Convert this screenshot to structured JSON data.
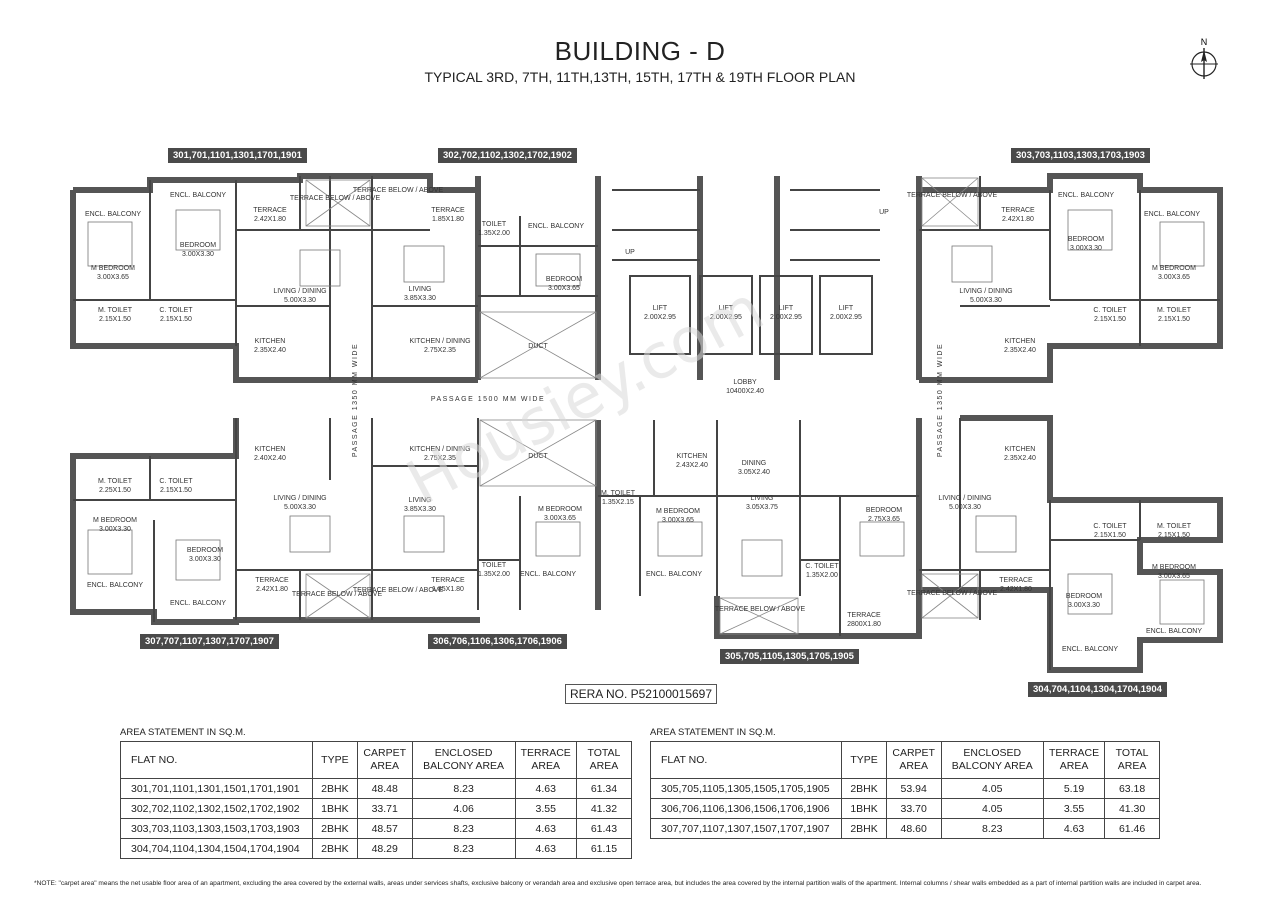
{
  "header": {
    "title": "BUILDING - D",
    "subtitle": "TYPICAL 3RD, 7TH, 11TH,13TH, 15TH, 17TH & 19TH FLOOR PLAN",
    "north": "N"
  },
  "flat_tags": {
    "a": "301,701,1101,1301,1701,1901",
    "b": "302,702,1102,1302,1702,1902",
    "c": "303,703,1103,1303,1703,1903",
    "d": "307,707,1107,1307,1707,1907",
    "e": "306,706,1106,1306,1706,1906",
    "f": "305,705,1105,1305,1705,1905",
    "g": "304,704,1104,1304,1704,1904"
  },
  "rooms": {
    "encl_balcony": "ENCL. BALCONY",
    "terrace_below_above": "TERRACE BELOW / ABOVE",
    "terrace": "TERRACE",
    "bedroom": "BEDROOM",
    "m_bedroom": "M BEDROOM",
    "m_toilet": "M. TOILET",
    "c_toilet": "C. TOILET",
    "toilet": "TOILET",
    "living_dining": "LIVING / DINING",
    "living": "LIVING",
    "dining": "DINING",
    "kitchen": "KITCHEN",
    "kitchen_dining": "KITCHEN / DINING",
    "lift": "LIFT",
    "lobby": "LOBBY",
    "duct": "DUCT",
    "up": "UP",
    "passage_main": "PASSAGE 1500 MM WIDE",
    "passage_side": "PASSAGE 1350 MM WIDE"
  },
  "dims": {
    "terrace_a": "2.42X1.80",
    "terrace_b": "1.85X1.80",
    "bedroom_a": "3.00X3.30",
    "m_bedroom_a": "3.00X3.65",
    "m_toilet_a": "2.15X1.50",
    "c_toilet_a": "2.15X1.50",
    "c_toilet_d": "2.15X1.50",
    "m_toilet_d": "2.25X1.50",
    "living_a": "5.00X3.30",
    "living_b": "3.85X3.30",
    "kitchen_a": "2.35X2.40",
    "kitchen_d": "2.40X2.40",
    "kitchen_dining_b": "2.75X2.35",
    "toilet_b": "1.35X2.00",
    "bedroom_b": "3.00X3.65",
    "lift": "2.00X2.95",
    "lobby": "10400X2.40",
    "kitchen_f": "2.43X2.40",
    "dining_f": "3.05X2.40",
    "living_f": "3.05X3.75",
    "m_toilet_f": "1.35X2.15",
    "m_bedroom_f": "3.00X3.65",
    "bedroom_f": "2.75X3.65",
    "c_toilet_f": "1.35X2.00",
    "terrace_f": "2800X1.80"
  },
  "rera": "RERA NO. P52100015697",
  "watermark": "Housiey.com",
  "area_left": {
    "title": "AREA STATEMENT IN SQ.M.",
    "headers": [
      "FLAT NO.",
      "TYPE",
      "CARPET AREA",
      "ENCLOSED BALCONY AREA",
      "TERRACE AREA",
      "TOTAL AREA"
    ],
    "rows": [
      [
        "301,701,1101,1301,1501,1701,1901",
        "2BHK",
        "48.48",
        "8.23",
        "4.63",
        "61.34"
      ],
      [
        "302,702,1102,1302,1502,1702,1902",
        "1BHK",
        "33.71",
        "4.06",
        "3.55",
        "41.32"
      ],
      [
        "303,703,1103,1303,1503,1703,1903",
        "2BHK",
        "48.57",
        "8.23",
        "4.63",
        "61.43"
      ],
      [
        "304,704,1104,1304,1504,1704,1904",
        "2BHK",
        "48.29",
        "8.23",
        "4.63",
        "61.15"
      ]
    ]
  },
  "area_right": {
    "title": "AREA STATEMENT IN SQ.M.",
    "headers": [
      "FLAT NO.",
      "TYPE",
      "CARPET AREA",
      "ENCLOSED BALCONY AREA",
      "TERRACE AREA",
      "TOTAL AREA"
    ],
    "rows": [
      [
        "305,705,1105,1305,1505,1705,1905",
        "2BHK",
        "53.94",
        "4.05",
        "5.19",
        "63.18"
      ],
      [
        "306,706,1106,1306,1506,1706,1906",
        "1BHK",
        "33.70",
        "4.05",
        "3.55",
        "41.30"
      ],
      [
        "307,707,1107,1307,1507,1707,1907",
        "2BHK",
        "48.60",
        "8.23",
        "4.63",
        "61.46"
      ]
    ]
  },
  "note": "*NOTE: \"carpet area\" means the net usable floor area of an apartment, excluding the area covered by the external walls, areas under services shafts, exclusive balcony or verandah area and exclusive open terrace area, but includes the area covered by the internal partition walls of the apartment. Internal columns / shear walls embedded as a part of internal partition walls are included in carpet area."
}
